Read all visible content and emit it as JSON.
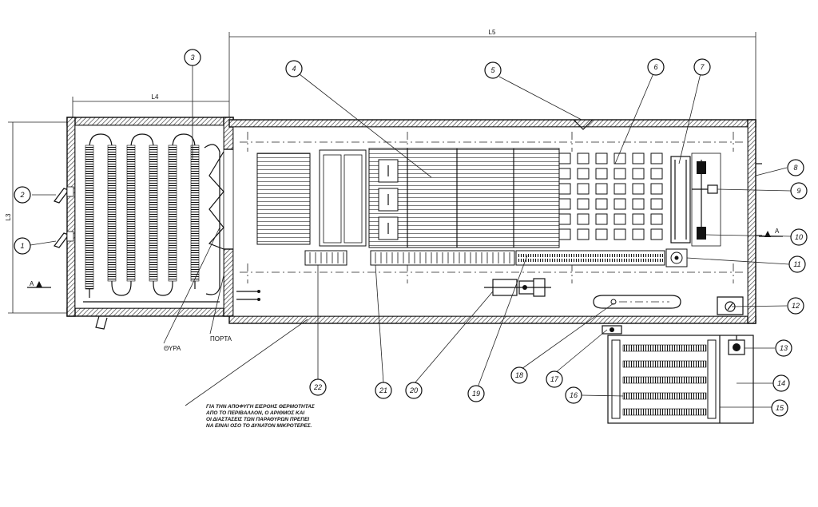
{
  "dimensions": {
    "l5": "L5",
    "l4": "L4",
    "l3": "L3"
  },
  "section_marker": "A",
  "labels": {
    "door_left": "ΘΥΡΑ",
    "door_right": "ΠΟΡΤΑ"
  },
  "note_lines": [
    "ΓΙΑ ΤΗΝ ΑΠΟΦΥΓΗ ΕΙΣΡΟΗΣ ΘΕΡΜΟΤΗΤΑΣ",
    "ΑΠΟ ΤΟ ΠΕΡΙΒΑΛΛΟΝ, Ο ΑΡΙΘΜΟΣ ΚΑΙ",
    "ΟΙ ΔΙΑΣΤΑΣΕΙΣ ΤΩΝ ΠΑΡΑΘΥΡΩΝ ΠΡΕΠΕΙ",
    "ΝΑ ΕΙΝΑΙ ΟΣΟ ΤΟ ΔΥΝΑΤΟΝ ΜΙΚΡΟΤΕΡΕΣ."
  ],
  "callouts": [
    "1",
    "2",
    "3",
    "4",
    "5",
    "6",
    "7",
    "8",
    "9",
    "10",
    "11",
    "12",
    "13",
    "14",
    "15",
    "16",
    "17",
    "18",
    "19",
    "20",
    "21",
    "22"
  ]
}
